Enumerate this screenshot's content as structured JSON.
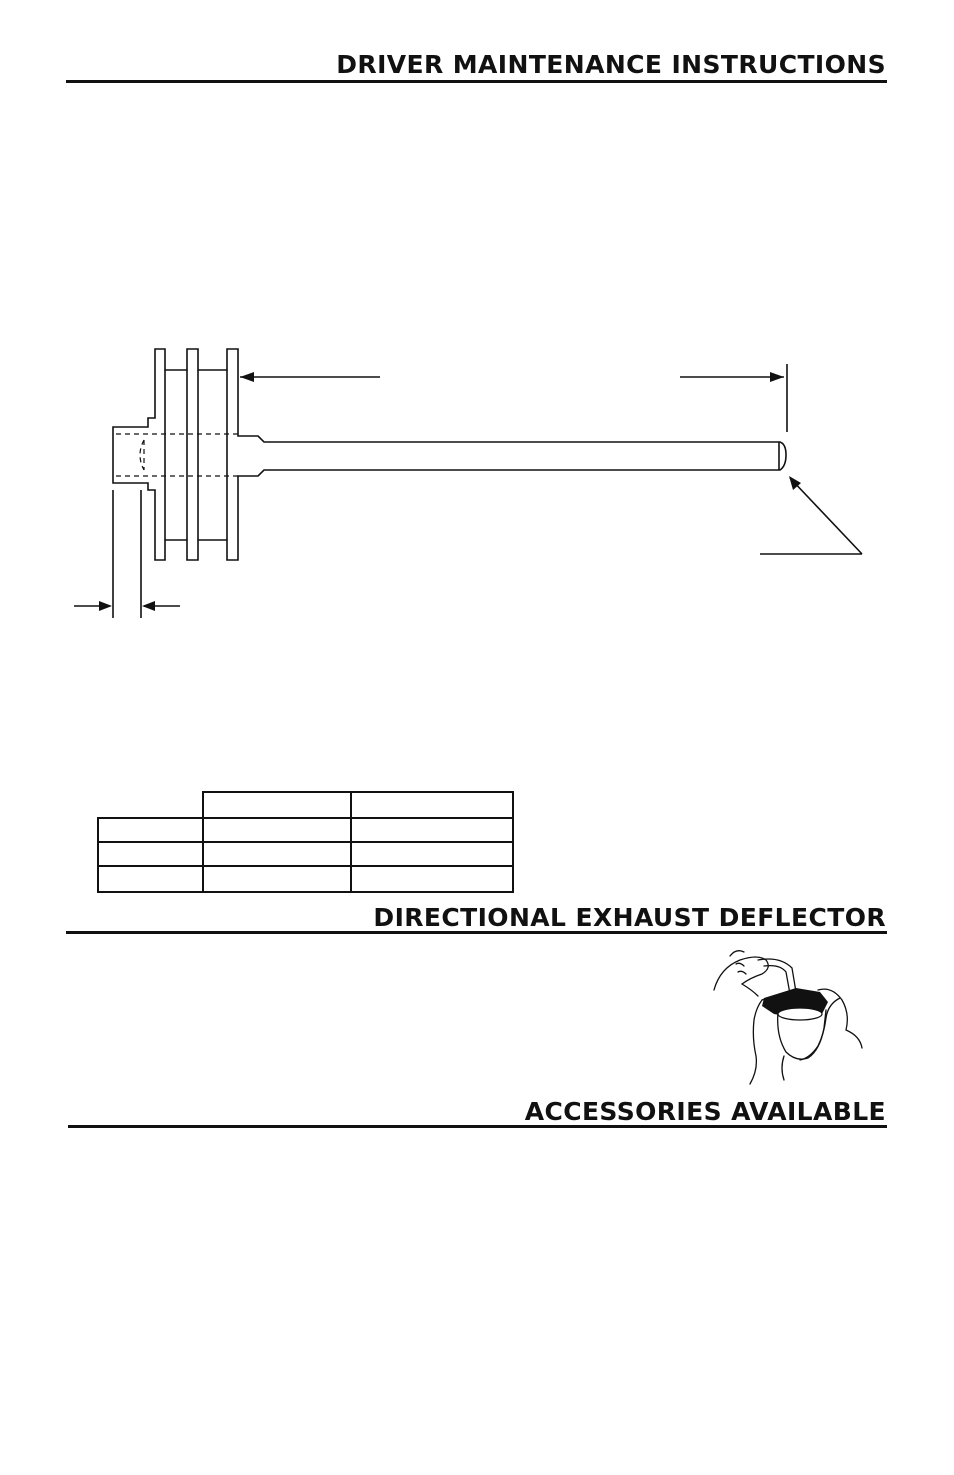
{
  "headings": {
    "driver_maintenance": "DRIVER MAINTENANCE INSTRUCTIONS",
    "exhaust_deflector": "DIRECTIONAL EXHAUST DEFLECTOR",
    "accessories": "ACCESSORIES AVAILABLE"
  },
  "figures": {
    "driver_drawing": "driver-blade-dimension-drawing",
    "deflector_photo": "hands-adjusting-exhaust-deflector-illustration"
  },
  "spec_table": {
    "header": [
      "",
      "",
      ""
    ],
    "rows": [
      [
        "",
        "",
        ""
      ],
      [
        "",
        "",
        ""
      ],
      [
        "",
        "",
        ""
      ]
    ]
  },
  "colors": {
    "ink": "#111111",
    "paper": "#ffffff"
  }
}
